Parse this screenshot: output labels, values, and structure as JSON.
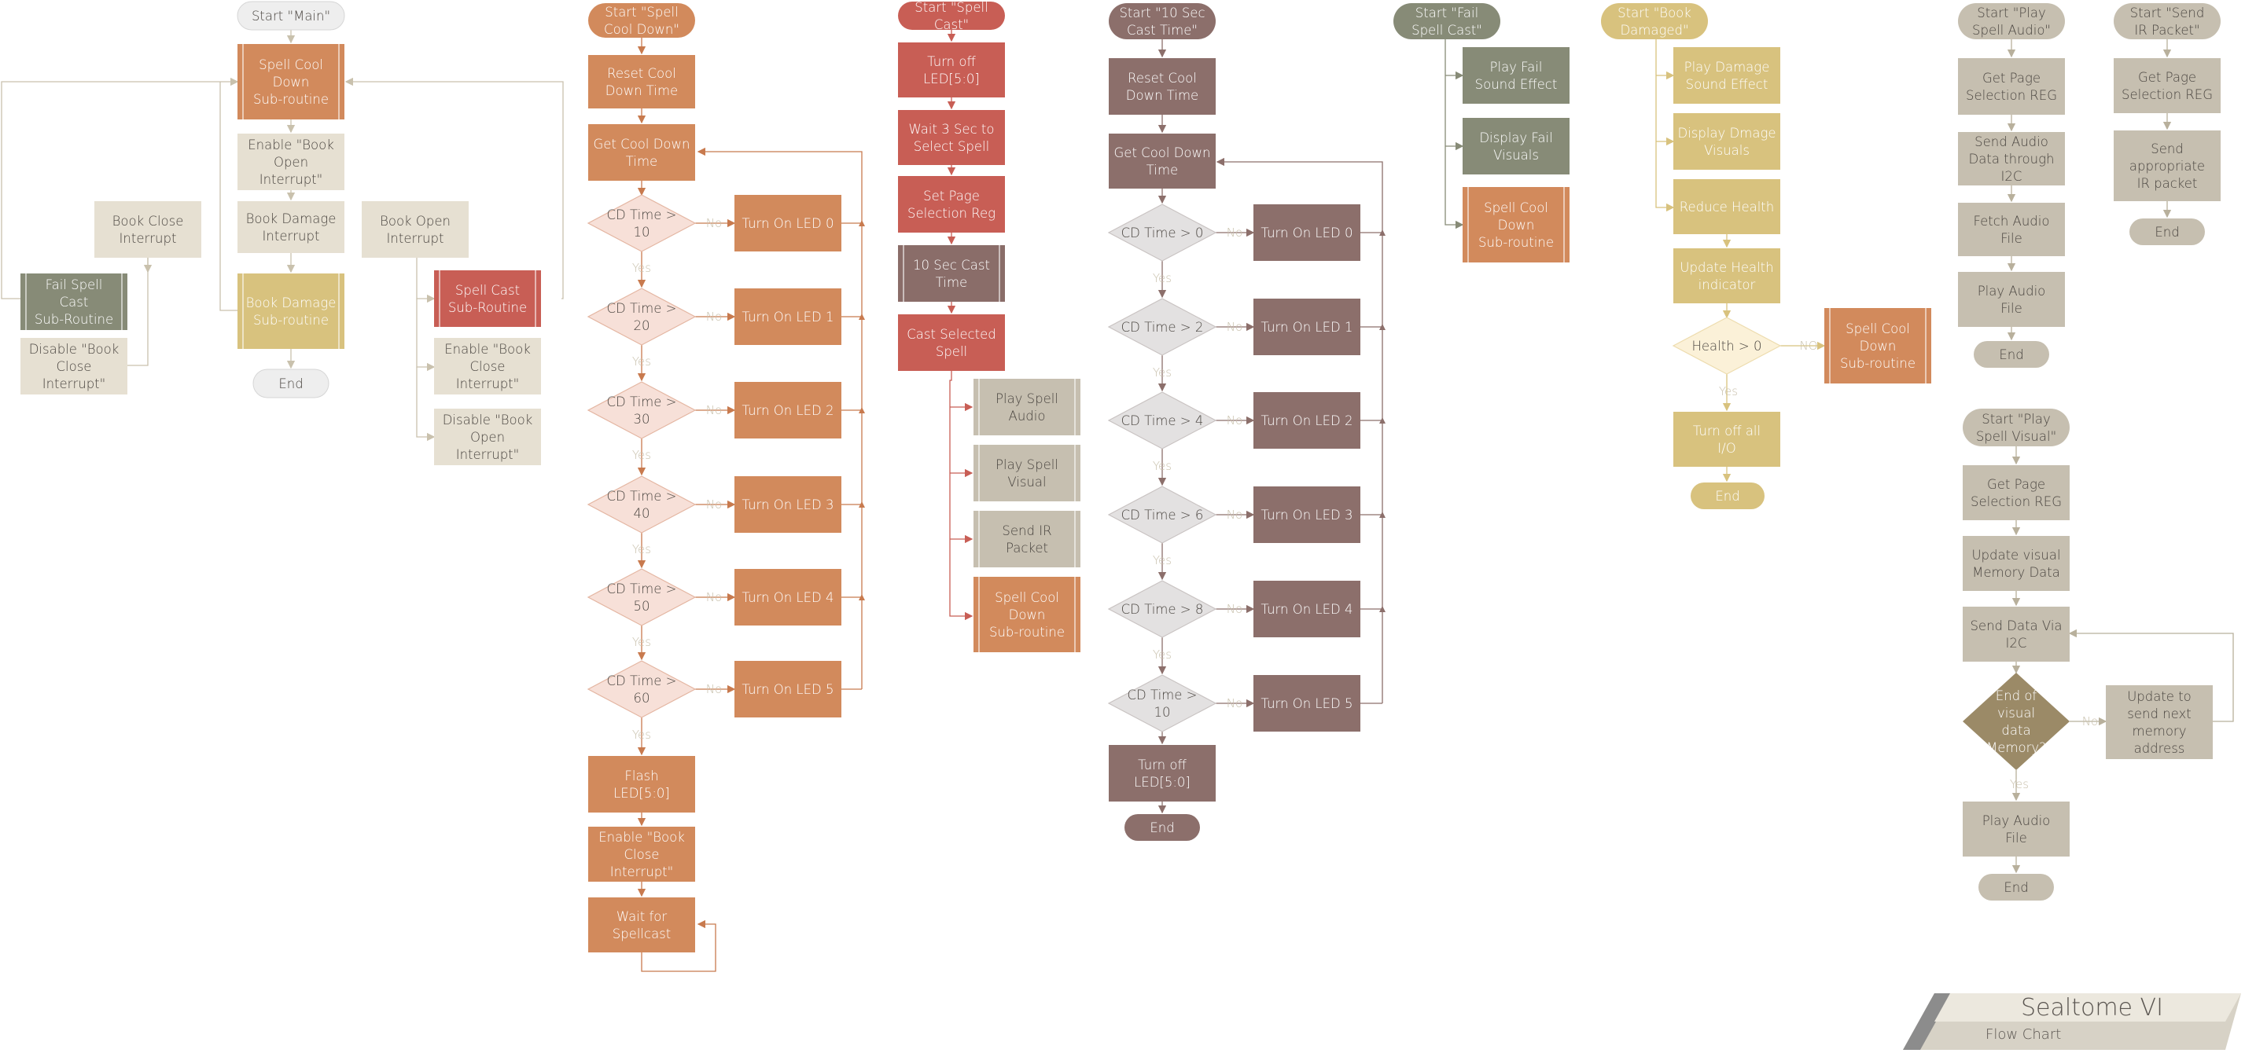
{
  "colors": {
    "main": "#e6e0d2",
    "main_stroke": "#c9c1ad",
    "start_light": "#eeeeee",
    "sub_sand": "#d8c27e",
    "sub_olive": "#878b77",
    "sub_red": "#c85e55",
    "cooldown": "#d28a5c",
    "cooldown_dec": "#f7e0d8",
    "spellcast": "#c85e55",
    "cast_brown": "#8a6d69",
    "tensec": "#8c6f6b",
    "tensec_dec": "#e3e1e1",
    "fail": "#878b77",
    "damage": "#d8c27e",
    "damage_dec": "#fbf1d8",
    "audio": "#c6bfb0",
    "visual_dec": "#9b8a67",
    "line_main": "#c9c1ad",
    "line_cooldown": "#c87a4e",
    "line_tensec": "#8c6f6b",
    "yesno": "#c9c1ad"
  },
  "flows": {
    "main": {
      "start": "Start \"Main\"",
      "cooldown_sub": "Spell Cool Down Sub-routine",
      "enable_open": "Enable \"Book Open Interrupt\"",
      "book_damage_int": "Book Damage Interrupt",
      "book_damage_sub": "Book Damage Sub-routine",
      "end": "End",
      "book_close_int": "Book Close Interrupt",
      "fail_cast_sub": "Fail Spell Cast Sub-Routine",
      "disable_close": "Disable \"Book Close Interrupt\"",
      "book_open_int": "Book Open Interrupt",
      "spell_cast_sub": "Spell Cast Sub-Routine",
      "enable_close": "Enable \"Book Close Interrupt\"",
      "disable_open": "Disable \"Book Open Interrupt\""
    },
    "cooldown": {
      "start": "Start \"Spell Cool Down\"",
      "reset": "Reset Cool Down Time",
      "get": "Get Cool Down Time",
      "decisions": [
        "CD Time > 10",
        "CD Time > 20",
        "CD Time > 30",
        "CD Time > 40",
        "CD Time > 50",
        "CD Time > 60"
      ],
      "leds": [
        "Turn On LED 0",
        "Turn On LED 1",
        "Turn On LED 2",
        "Turn On LED 3",
        "Turn On LED 4",
        "Turn On LED 5"
      ],
      "flash": "Flash LED[5:0]",
      "enable_close": "Enable \"Book Close Interrupt\"",
      "wait": "Wait for Spellcast"
    },
    "spellcast": {
      "start": "Start \"Spell Cast\"",
      "off": "Turn off LED[5:0]",
      "wait": "Wait 3 Sec to Select Spell",
      "setpage": "Set Page Selection Reg",
      "tensec": "10 Sec Cast Time",
      "cast": "Cast Selected Spell",
      "audio": "Play Spell Audio",
      "visual": "Play Spell Visual",
      "ir": "Send IR Packet",
      "cooldown": "Spell Cool Down Sub-routine"
    },
    "tensec": {
      "start": "Start \"10 Sec Cast Time\"",
      "reset": "Reset Cool Down Time",
      "get": "Get Cool Down Time",
      "decisions": [
        "CD Time > 0",
        "CD Time > 2",
        "CD Time > 4",
        "CD Time > 6",
        "CD Time > 8",
        "CD Time > 10"
      ],
      "leds": [
        "Turn On LED 0",
        "Turn On LED 1",
        "Turn On LED 2",
        "Turn On LED 3",
        "Turn On LED 4",
        "Turn On LED 5"
      ],
      "off": "Turn off LED[5:0]",
      "end": "End"
    },
    "fail": {
      "start": "Start \"Fail Spell Cast\"",
      "sound": "Play Fail Sound Effect",
      "visuals": "Display Fail Visuals",
      "cooldown": "Spell Cool Down Sub-routine"
    },
    "damage": {
      "start": "Start \"Book Damaged\"",
      "sound": "Play Damage Sound Effect",
      "visuals": "Display Dmage Visuals",
      "reduce": "Reduce Health",
      "update": "Update Health indicator",
      "decision": "Health > 0",
      "cooldown": "Spell Cool Down Sub-routine",
      "off": "Turn off all I/O",
      "end": "End"
    },
    "audio": {
      "start": "Start \"Play Spell Audio\"",
      "get": "Get Page Selection REG",
      "send": "Send Audio Data through I2C",
      "fetch": "Fetch Audio File",
      "play": "Play Audio File",
      "end": "End"
    },
    "ir": {
      "start": "Start \"Send IR Packet\"",
      "get": "Get Page Selection REG",
      "send": "Send appropriate IR packet",
      "end": "End"
    },
    "visual": {
      "start": "Start \"Play Spell Visual\"",
      "get": "Get Page Selection REG",
      "update": "Update visual Memory Data",
      "send": "Send Data Via I2C",
      "decision": "End of visual data Memory?",
      "next": "Update to send next memory address",
      "play": "Play Audio File",
      "end": "End"
    }
  },
  "labels": {
    "yes": "Yes",
    "no": "No",
    "no_caps": "NO"
  },
  "title": {
    "main": "Sealtome VI",
    "sub": "Flow Chart"
  }
}
